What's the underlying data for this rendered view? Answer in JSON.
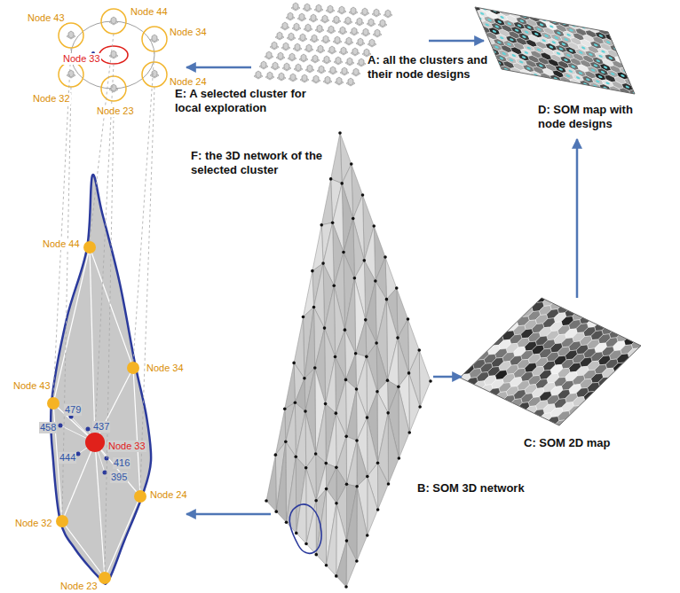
{
  "diagram": {
    "nodes": [
      {
        "text": [
          "E: A selected cluster for local exploration"
        ]
      },
      {
        "text": [
          "A: all the clusters and their node designs"
        ]
      },
      {
        "text": [
          "D: SOM map with node designs"
        ]
      },
      {
        "text": [
          "F: the 3D network of the selected cluster"
        ]
      },
      {
        "text": [
          "B: SOM 3D network"
        ]
      },
      {
        "text": [
          "C: SOM 2D map"
        ]
      }
    ],
    "edges": [
      {
        "from": 1,
        "to": 0,
        "arrow": "to"
      },
      {
        "from": 1,
        "to": 2,
        "arrow": "to"
      },
      {
        "from": 4,
        "to": 5,
        "arrow": "to"
      },
      {
        "from": 5,
        "to": 2,
        "arrow": "to"
      },
      {
        "from": 4,
        "to": 3,
        "arrow": "to"
      }
    ],
    "labels": [
      "Node 43",
      "Node 44",
      "Node 34",
      "Node 33",
      "Node 32",
      "Node 23",
      "Node 24",
      "Node 44",
      "Node 34",
      "Node 43",
      "479",
      "458",
      "437",
      "Node 33",
      "444",
      "416",
      "395",
      "Node 32",
      "Node 24",
      "Node 23"
    ]
  }
}
